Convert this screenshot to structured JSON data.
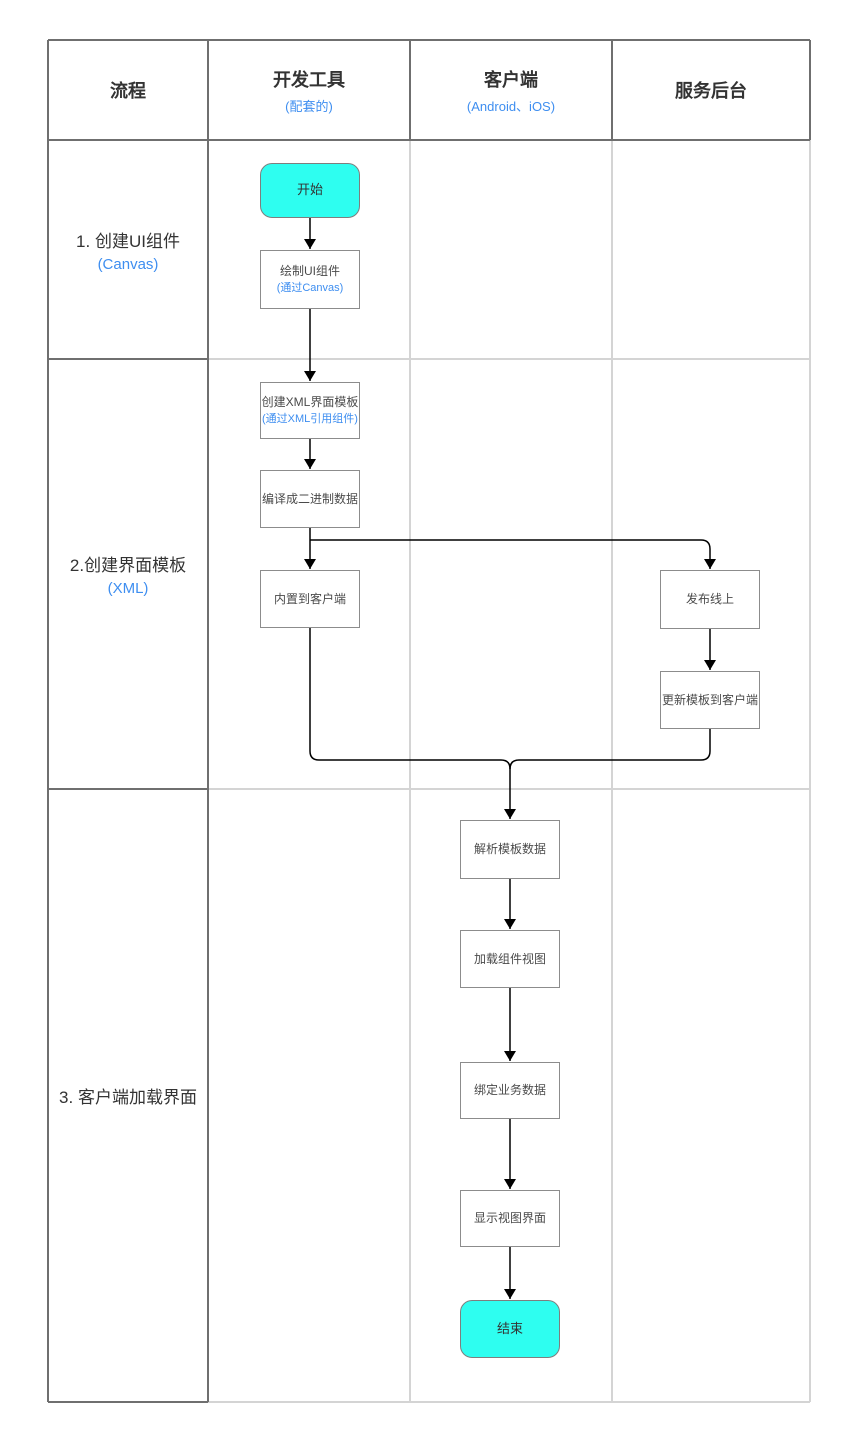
{
  "lanes": {
    "header": [
      {
        "label": "流程",
        "sub": ""
      },
      {
        "label": "开发工具",
        "sub": "(配套的)"
      },
      {
        "label": "客户端",
        "sub": "(Android、iOS)"
      },
      {
        "label": "服务后台",
        "sub": ""
      }
    ],
    "rows": [
      {
        "label": "1. 创建UI组件",
        "sub": "(Canvas)"
      },
      {
        "label": "2.创建界面模板",
        "sub": "(XML)"
      },
      {
        "label": "3. 客户端加载界面",
        "sub": ""
      }
    ]
  },
  "nodes": {
    "start": {
      "label": "开始"
    },
    "draw_ui": {
      "label": "绘制UI组件",
      "sub": "(通过Canvas)"
    },
    "create_xml": {
      "label": "创建XML界面模板",
      "sub": "(通过XML引用组件)"
    },
    "compile": {
      "label": "编译成二进制数据"
    },
    "embed": {
      "label": "内置到客户端"
    },
    "publish": {
      "label": "发布线上"
    },
    "update": {
      "label": "更新模板到客户端"
    },
    "parse": {
      "label": "解析模板数据"
    },
    "load": {
      "label": "加载组件视图"
    },
    "bind": {
      "label": "绑定业务数据"
    },
    "display": {
      "label": "显示视图界面"
    },
    "end": {
      "label": "结束"
    }
  },
  "colors": {
    "accent_blue": "#3e8ef0",
    "terminal_fill": "#2efef0",
    "connector": "#000000",
    "lane_border_dark": "#6f6f6f",
    "grid_light": "#d4d4d4",
    "node_border": "#8c8c8c",
    "heading_text": "#333333",
    "node_text": "#4a4a4a"
  }
}
